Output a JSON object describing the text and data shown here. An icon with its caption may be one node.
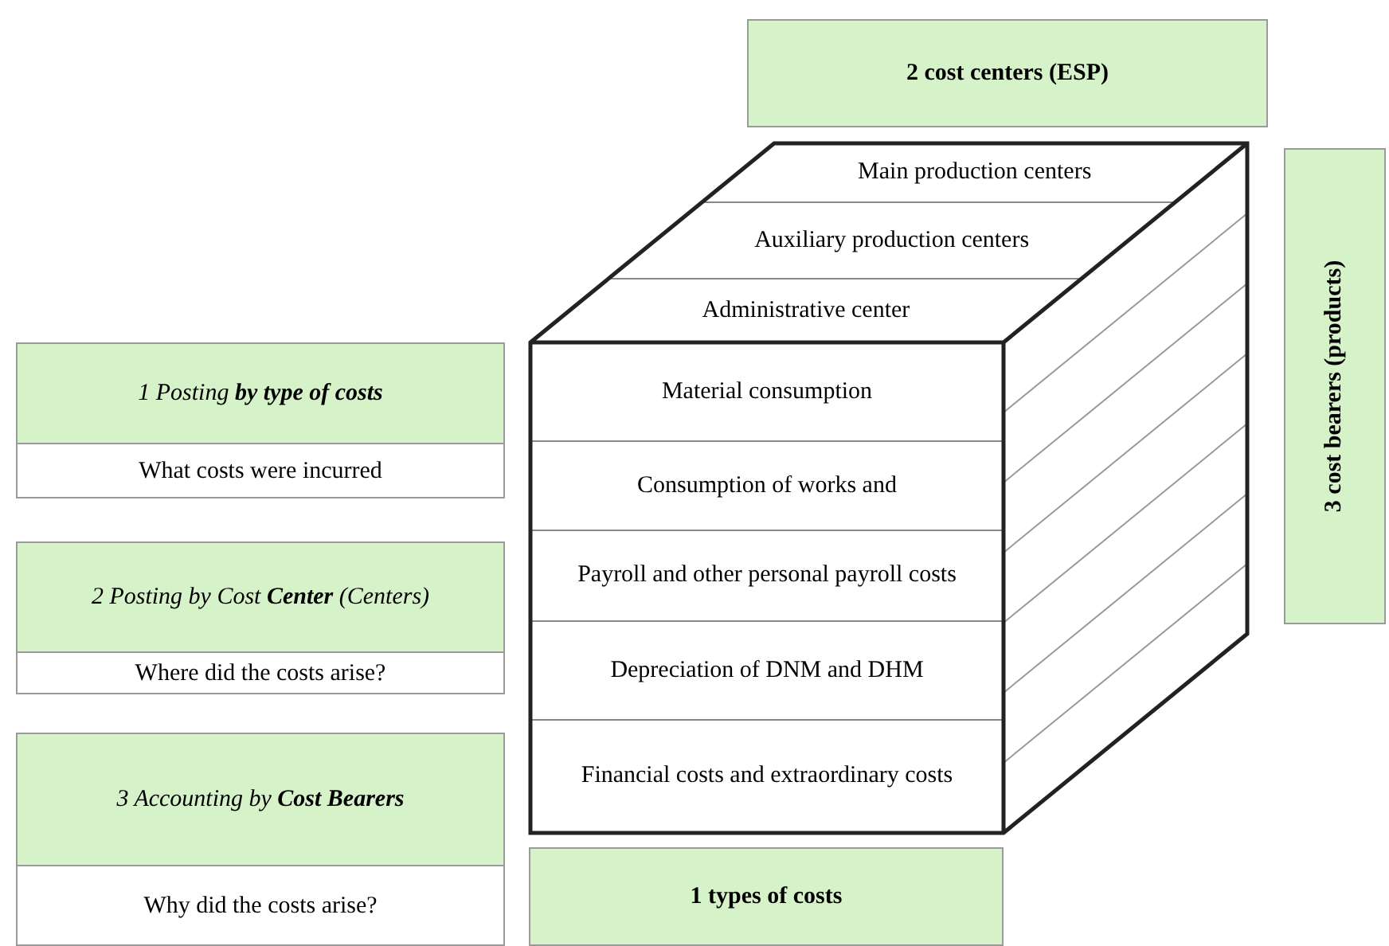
{
  "diagram": {
    "nodes": [
      {
        "text": [
          "2 cost centers (ESP)"
        ]
      },
      {
        "text": [
          "Main production centers"
        ]
      },
      {
        "text": [
          "Auxiliary production centers"
        ]
      },
      {
        "text": [
          "Administrative center"
        ]
      },
      {
        "text": [
          "3 cost bearers (products)"
        ]
      },
      {
        "text": [
          "1 Posting **by type of costs**",
          "What costs were incurred"
        ]
      },
      {
        "text": [
          "Material consumption"
        ]
      },
      {
        "text": [
          "Consumption of works and"
        ]
      },
      {
        "text": [
          "2 Posting by Cost **Center** (Centers)",
          "Where did the costs arise?"
        ]
      },
      {
        "text": [
          "Payroll and other personal payroll costs"
        ]
      },
      {
        "text": [
          "Depreciation of DNM and DHM"
        ]
      },
      {
        "text": [
          "3 Accounting by **Cost Bearers**",
          "Why did the costs arise?"
        ]
      },
      {
        "text": [
          "Financial costs and extraordinary costs"
        ]
      },
      {
        "text": [
          "1 types of costs"
        ]
      }
    ]
  }
}
